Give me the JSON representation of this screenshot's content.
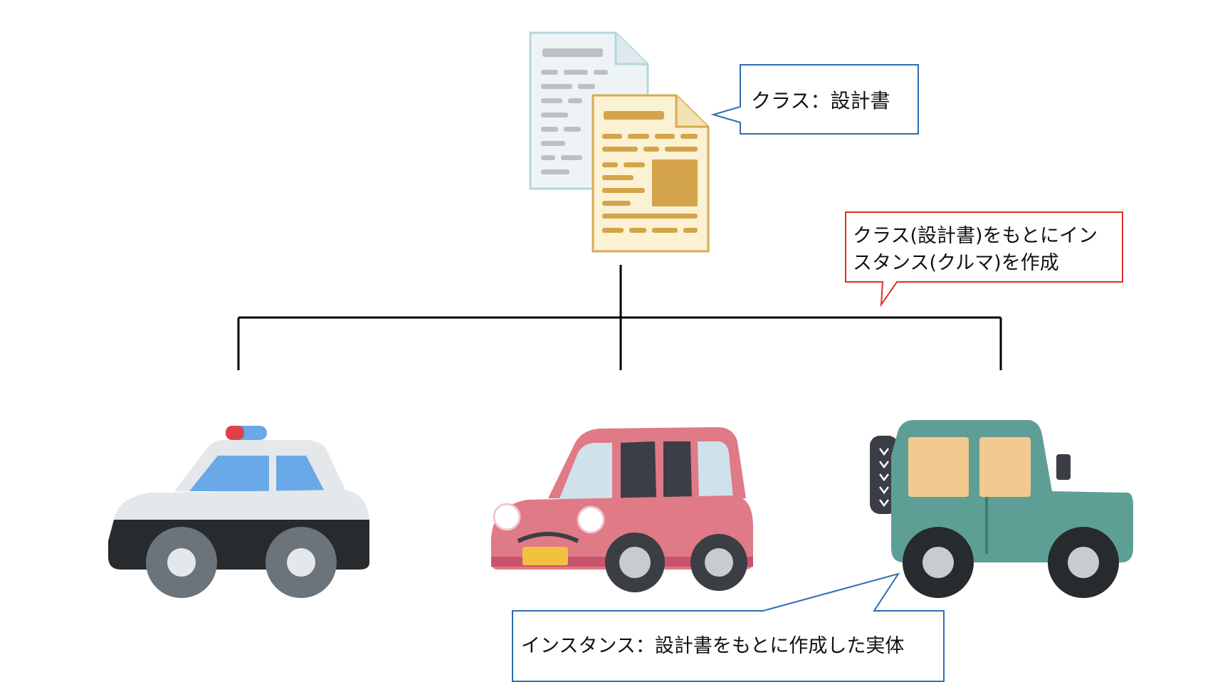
{
  "callouts": {
    "class_label": "クラス：設計書",
    "create_note_line1": "クラス(設計書)をもとにイン",
    "create_note_line2": "スタンス(クルマ)を作成",
    "instance_label": "インスタンス：設計書をもとに作成した実体"
  },
  "colors": {
    "class_callout_border": "#2e6db4",
    "create_callout_border": "#e0302a",
    "instance_callout_border": "#2e6db4",
    "connector": "#000000",
    "doc_back": "#eef4f6",
    "doc_front": "#fbf1d3",
    "doc_front_stroke": "#d8aa55",
    "police_black": "#272b2e",
    "police_white": "#e4e8ea",
    "police_window": "#6aa9e8",
    "pink_car": "#e07a86",
    "jeep_green": "#5e9f95",
    "jeep_window": "#f2c98f"
  },
  "icons": [
    "document-back-icon",
    "document-front-icon",
    "police-car-icon",
    "pink-car-icon",
    "green-jeep-icon"
  ]
}
